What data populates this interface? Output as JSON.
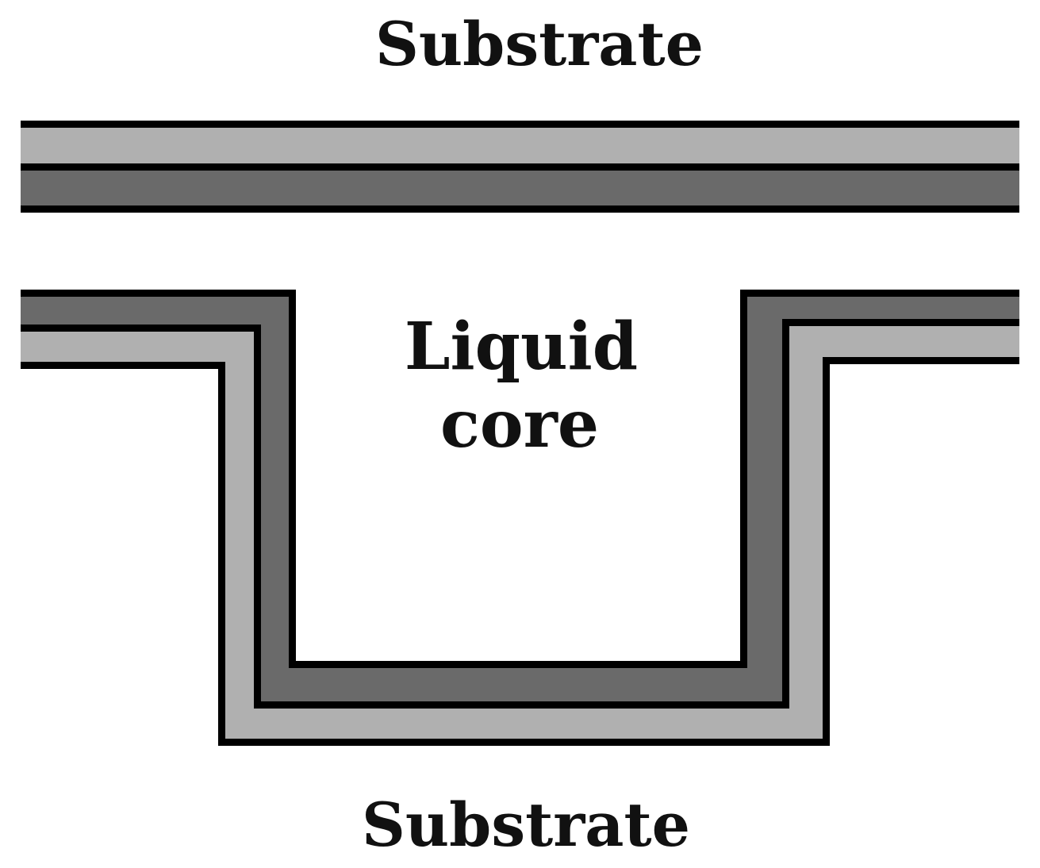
{
  "labels": {
    "top_substrate": "Substrate",
    "core_line1": "Liquid",
    "core_line2": "core",
    "bottom_substrate": "Substrate"
  },
  "colors": {
    "background": "#ffffff",
    "outline": "#000000",
    "light_layer": "#b0b0b0",
    "dark_layer": "#6a6a6a",
    "text": "#111111"
  }
}
